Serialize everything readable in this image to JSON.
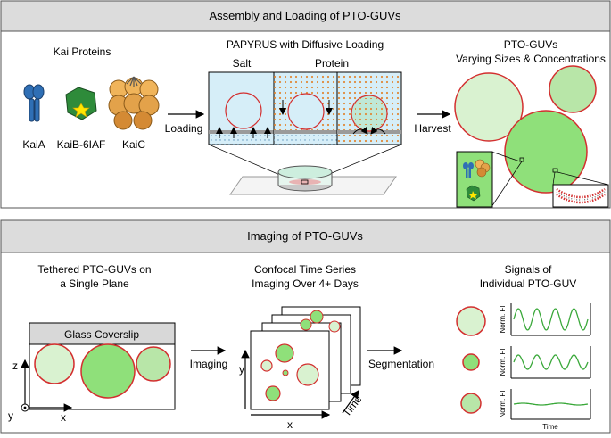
{
  "panel_top": {
    "header": "Assembly and Loading of PTO-GUVs",
    "kai_title": "Kai Proteins",
    "kaia": "KaiA",
    "kaib": "KaiB-6IAF",
    "kaic": "KaiC",
    "papyrus_title": "PAPYRUS with Diffusive Loading",
    "salt": "Salt",
    "protein": "Protein",
    "loading": "Loading",
    "harvest": "Harvest",
    "guv_title_line1": "PTO-GUVs",
    "guv_title_line2": "Varying Sizes & Concentrations"
  },
  "panel_bottom": {
    "header": "Imaging of PTO-GUVs",
    "tethered_line1": "Tethered PTO-GUVs on",
    "tethered_line2": "a Single Plane",
    "coverslip": "Glass Coverslip",
    "axis_z": "z",
    "axis_y": "y",
    "axis_x": "x",
    "imaging": "Imaging",
    "confocal_line1": "Confocal Time Series",
    "confocal_line2": "Imaging Over 4+ Days",
    "stack_y": "y",
    "stack_x": "x",
    "time_label": "Time",
    "segmentation": "Segmentation",
    "signals_line1": "Signals of",
    "signals_line2": "Individual PTO-GUV",
    "norm_fi": "Norm. FI",
    "time_axis": "Time"
  },
  "colors": {
    "header_bg": "#dcdcdc",
    "guv_light": "#d9f2d0",
    "guv_mid": "#8fe07a",
    "guv_border": "#d32f2f",
    "salt_bg": "#d6eef8",
    "protein_bg": "#bfe8d6",
    "signal_green": "#3aa83a",
    "kaia_blue": "#2f6fb5",
    "kaib_green": "#2e8b3a",
    "kaic_orange": "#e3a24a"
  }
}
